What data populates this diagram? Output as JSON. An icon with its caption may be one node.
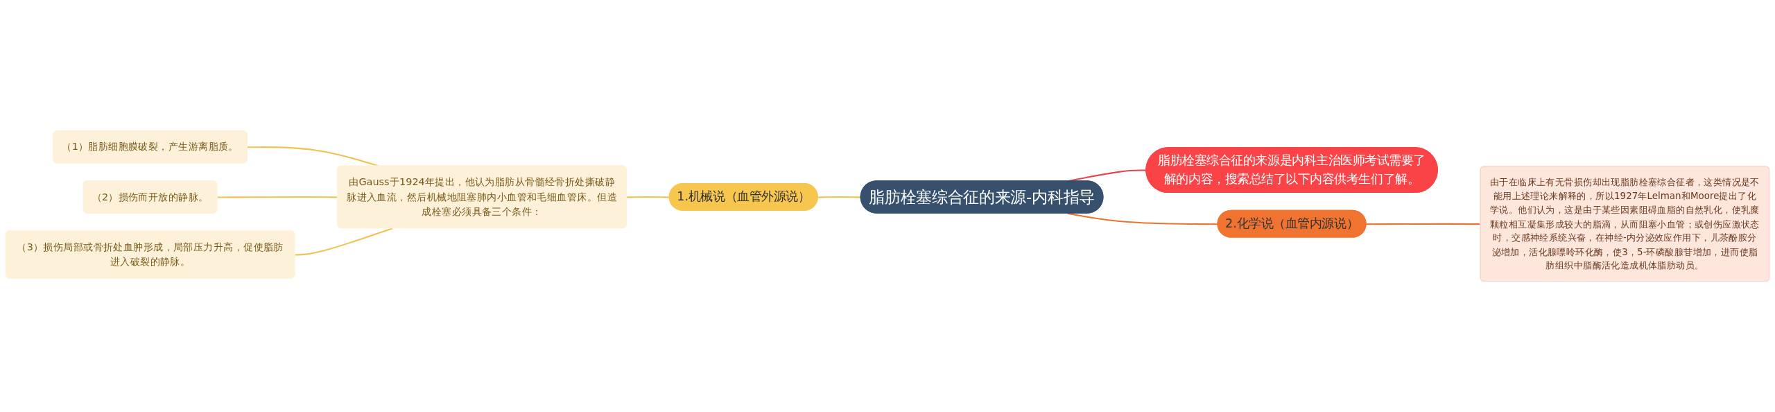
{
  "diagram": {
    "nodes": [
      {
        "text": [
          "脂肪栓塞综合征的来源-内科指导"
        ]
      },
      {
        "text": [
          "脂肪栓塞综合征的来源是内科主治医师考试需要了解的内容，搜索总结了以下内容供考生们了解。"
        ]
      },
      {
        "text": [
          "1.机械说（血管外源说）"
        ]
      },
      {
        "text": [
          "由Gauss于1924年提出，他认为脂肪从骨髓经骨折处撕破静脉进入血流，然后机械地阻塞肺内小血管和毛细血管床。但造成栓塞必须具备三个条件："
        ]
      },
      {
        "text": [
          "（1）脂肪细胞膜破裂，产生游离脂质。"
        ]
      },
      {
        "text": [
          "（2）损伤而开放的静脉。"
        ]
      },
      {
        "text": [
          "（3）损伤局部或骨折处血肿形成，局部压力升高，促使脂肪进入破裂的静脉。"
        ]
      },
      {
        "text": [
          "2.化学说（血管内源说）"
        ]
      },
      {
        "text": [
          "由于在临床上有无骨损伤却出现脂肪栓塞综合征者，这类情况是不能用上述理论来解释的，所以1927年Lelman和Moore提出了化学说。他们认为，这是由于某些因素阻碍血脂的自然乳化，使乳糜颗粒相互凝集形成较大的脂滴，从而阻塞小血管；或创伤应激状态时，交感神经系统兴奋，在神经-内分泌效应作用下，儿茶酚胺分泌增加，活化腺嘌呤环化酶，使3，5-环磷酸腺苷增加，进而使脂肪组织中脂酶活化造成机体脂肪动员。"
        ]
      }
    ],
    "edges": [
      {
        "from": 0,
        "to": 1,
        "arrow": "none",
        "color": "#e0474c"
      },
      {
        "from": 2,
        "to": 0,
        "arrow": "none"
      },
      {
        "from": 3,
        "to": 2,
        "arrow": "none"
      },
      {
        "from": 4,
        "to": 3,
        "arrow": "none"
      },
      {
        "from": 5,
        "to": 3,
        "arrow": "none"
      },
      {
        "from": 6,
        "to": 3,
        "arrow": "none"
      },
      {
        "from": 0,
        "to": 7,
        "arrow": "none",
        "color": "#e8742f"
      },
      {
        "from": 7,
        "to": 8,
        "arrow": "none",
        "color": "#e8742f"
      }
    ]
  }
}
